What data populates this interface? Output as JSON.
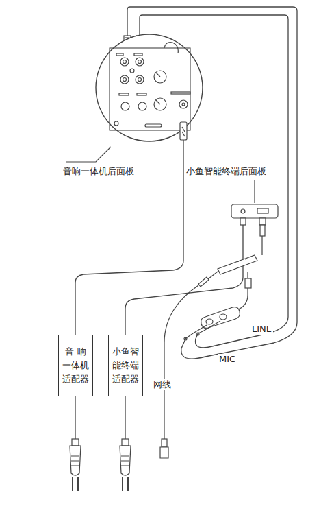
{
  "diagram": {
    "nodes": [
      {
        "text": [
          "音 响 一体机 适配器"
        ]
      },
      {
        "text": [
          "小鱼智 能终端 适配器"
        ]
      }
    ],
    "labels": [
      "音响一体机后面板",
      "小鱼智能终端后面板",
      "网线",
      "LINE",
      "MIC"
    ]
  }
}
